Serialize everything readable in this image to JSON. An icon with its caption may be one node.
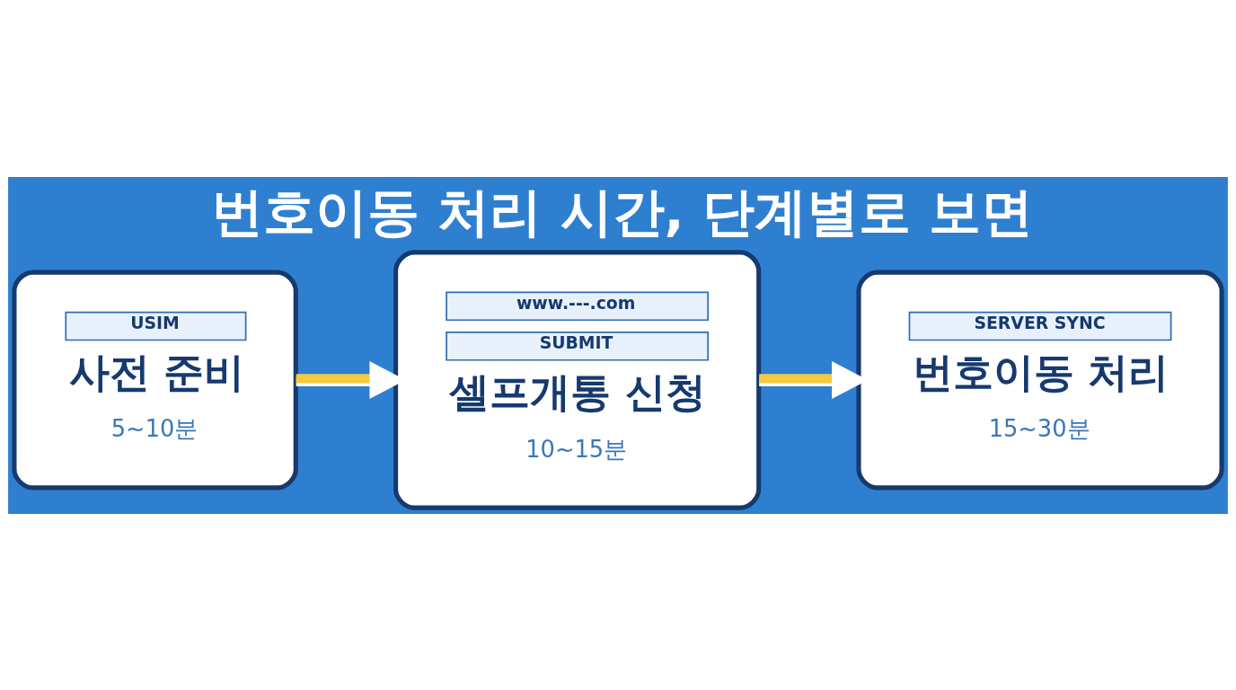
{
  "diagram": {
    "title": "번호이동 처리 시간, 단계별로 보면",
    "nodes": [
      {
        "text": [
          "USIM",
          "사전 준비",
          "5~10분"
        ]
      },
      {
        "text": [
          "www.---.com",
          "SUBMIT",
          "셀프개통 신청",
          "10~15분"
        ]
      },
      {
        "text": [
          "SERVER SYNC",
          "번호이동 처리",
          "15~30분"
        ]
      }
    ],
    "edges": [
      {
        "from": 0,
        "to": 1,
        "arrow": "to"
      },
      {
        "from": 1,
        "to": 2,
        "arrow": "to"
      }
    ]
  }
}
